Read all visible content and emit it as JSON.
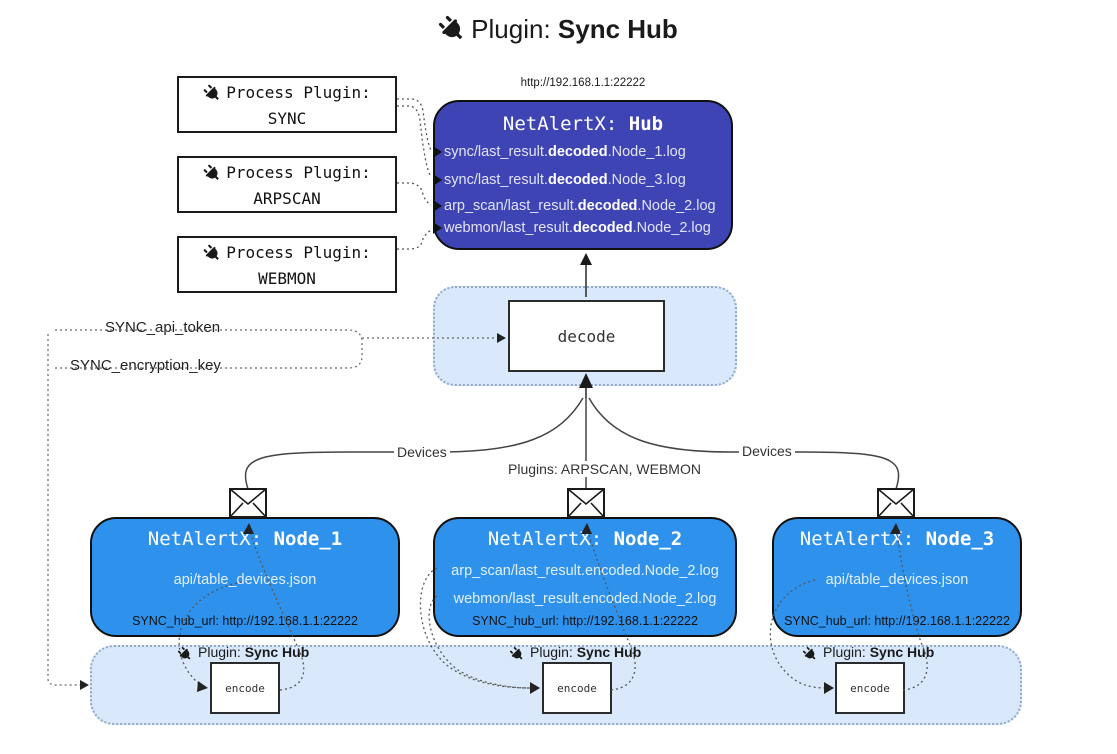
{
  "title": {
    "prefix": "Plugin: ",
    "name": "Sync Hub"
  },
  "hub": {
    "url": "http://192.168.1.1:22222",
    "title_prefix": "NetAlertX: ",
    "title_name": "Hub",
    "lines": [
      {
        "pre": "sync/last_result.",
        "bold": "decoded",
        "post": ".Node_1.log"
      },
      {
        "pre": "sync/last_result.",
        "bold": "decoded",
        "post": ".Node_3.log"
      },
      {
        "pre": "arp_scan/last_result.",
        "bold": "decoded",
        "post": ".Node_2.log"
      },
      {
        "pre": "webmon/last_result.",
        "bold": "decoded",
        "post": ".Node_2.log"
      }
    ]
  },
  "process_plugins": [
    {
      "label": "Process Plugin:",
      "name": "SYNC"
    },
    {
      "label": "Process Plugin:",
      "name": "ARPSCAN"
    },
    {
      "label": "Process Plugin:",
      "name": "WEBMON"
    }
  ],
  "decode": {
    "label": "decode"
  },
  "settings": {
    "api_token": "SYNC_api_token",
    "encryption_key": "SYNC_encryption_key"
  },
  "edges": {
    "devices_left": "Devices",
    "devices_right": "Devices",
    "plugins_center": "Plugins: ARPSCAN, WEBMON"
  },
  "nodes": [
    {
      "title_prefix": "NetAlertX: ",
      "title_name": "Node_1",
      "files": [
        "api/table_devices.json"
      ],
      "hub_url": "SYNC_hub_url: http://192.168.1.1:22222"
    },
    {
      "title_prefix": "NetAlertX: ",
      "title_name": "Node_2",
      "files": [
        "arp_scan/last_result.encoded.Node_2.log",
        "webmon/last_result.encoded.Node_2.log"
      ],
      "hub_url": "SYNC_hub_url: http://192.168.1.1:22222"
    },
    {
      "title_prefix": "NetAlertX: ",
      "title_name": "Node_3",
      "files": [
        "api/table_devices.json"
      ],
      "hub_url": "SYNC_hub_url: http://192.168.1.1:22222"
    }
  ],
  "encode_band": {
    "plugin_prefix": "Plugin: ",
    "plugin_name": "Sync Hub",
    "encode_label": "encode"
  },
  "colors": {
    "hub_fill": "#3E44B4",
    "node_fill": "#2E92EC",
    "band_fill": "#D9E9FB",
    "band_border": "#8FA9C7",
    "line": "#444444"
  }
}
